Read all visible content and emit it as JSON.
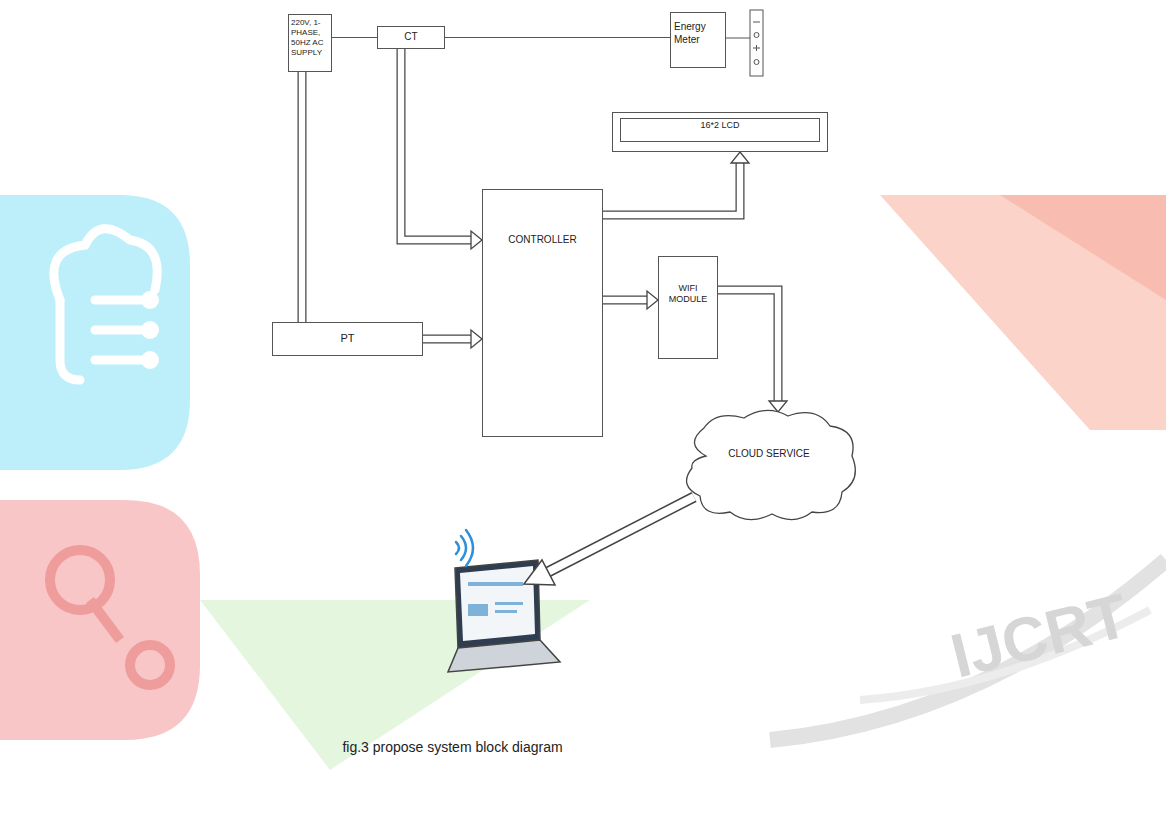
{
  "diagram": {
    "caption": "fig.3 propose system block diagram",
    "nodes": [
      {
        "text": [
          "220V, 1- PHASE, 50HZ AC SUPPLY"
        ]
      },
      {
        "text": [
          "CT"
        ]
      },
      {
        "text": [
          "Energy Meter"
        ]
      },
      {
        "text": [
          "16*2 LCD"
        ]
      },
      {
        "text": [
          "CONTROLLER"
        ]
      },
      {
        "text": [
          "WIFI MODULE"
        ]
      },
      {
        "text": [
          "PT"
        ]
      },
      {
        "text": [
          "CLOUD SERVICE"
        ]
      }
    ],
    "edges": [
      {
        "from": 0,
        "to": 1,
        "arrow": "none"
      },
      {
        "from": 1,
        "to": 2,
        "arrow": "none"
      },
      {
        "from": 0,
        "to": 6,
        "arrow": "none"
      },
      {
        "from": 1,
        "to": 4,
        "arrow": "to"
      },
      {
        "from": 6,
        "to": 4,
        "arrow": "to"
      },
      {
        "from": 4,
        "to": 3,
        "arrow": "to"
      },
      {
        "from": 4,
        "to": 5,
        "arrow": "to"
      },
      {
        "from": 5,
        "to": 7,
        "arrow": "to"
      }
    ],
    "labels": [
      "IJCRT"
    ]
  }
}
